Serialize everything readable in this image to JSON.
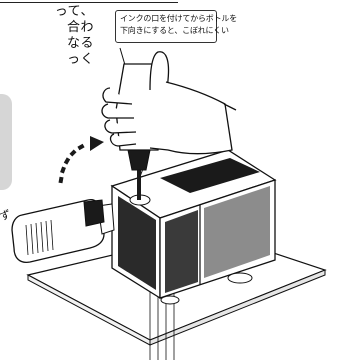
{
  "body_text_lines": [
    "って、",
    "合わ",
    "なる",
    "っく"
  ],
  "stray_char": "ず",
  "callout": {
    "line1": "インクの口を付けてからボトルを",
    "line2": "下向きにすると、こぼれにくい"
  },
  "colors": {
    "ink_dark": "#1a1a1a",
    "ink_medium": "#3a3a3a",
    "ink_light": "#8c8c8c",
    "panel_grey": "#d6d6d6",
    "outline": "#111111"
  }
}
